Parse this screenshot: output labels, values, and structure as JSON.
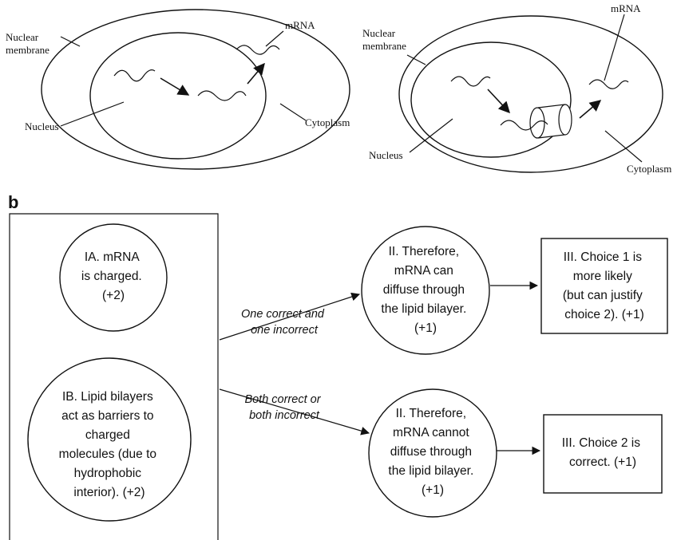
{
  "panel_a": {
    "left": {
      "nuclear_membrane": [
        "Nuclear",
        "membrane"
      ],
      "mrna": "mRNA",
      "nucleus": "Nucleus",
      "cytoplasm": "Cytoplasm"
    },
    "right": {
      "nuclear_membrane": [
        "Nuclear",
        "membrane"
      ],
      "mrna": "mRNA",
      "nucleus": "Nucleus",
      "cytoplasm": "Cytoplasm"
    }
  },
  "panel_b": {
    "letter": "b",
    "node_ia": [
      "IA. mRNA",
      "is charged.",
      "(+2)"
    ],
    "node_ib": [
      "IB. Lipid bilayers",
      "act as barriers to",
      "charged",
      "molecules (due to",
      "hydrophobic",
      "interior). (+2)"
    ],
    "branch_upper": [
      "One correct and",
      "one incorrect"
    ],
    "branch_lower": [
      "Both correct or",
      "both incorrect"
    ],
    "node_ii_upper": [
      "II. Therefore,",
      "mRNA can",
      "diffuse through",
      "the lipid bilayer.",
      "(+1)"
    ],
    "node_ii_lower": [
      "II. Therefore,",
      "mRNA cannot",
      "diffuse through",
      "the lipid bilayer.",
      "(+1)"
    ],
    "node_iii_upper": [
      "III. Choice 1 is",
      "more likely",
      "(but can justify",
      "choice 2). (+1)"
    ],
    "node_iii_lower": [
      "III. Choice 2 is",
      "correct. (+1)"
    ]
  }
}
